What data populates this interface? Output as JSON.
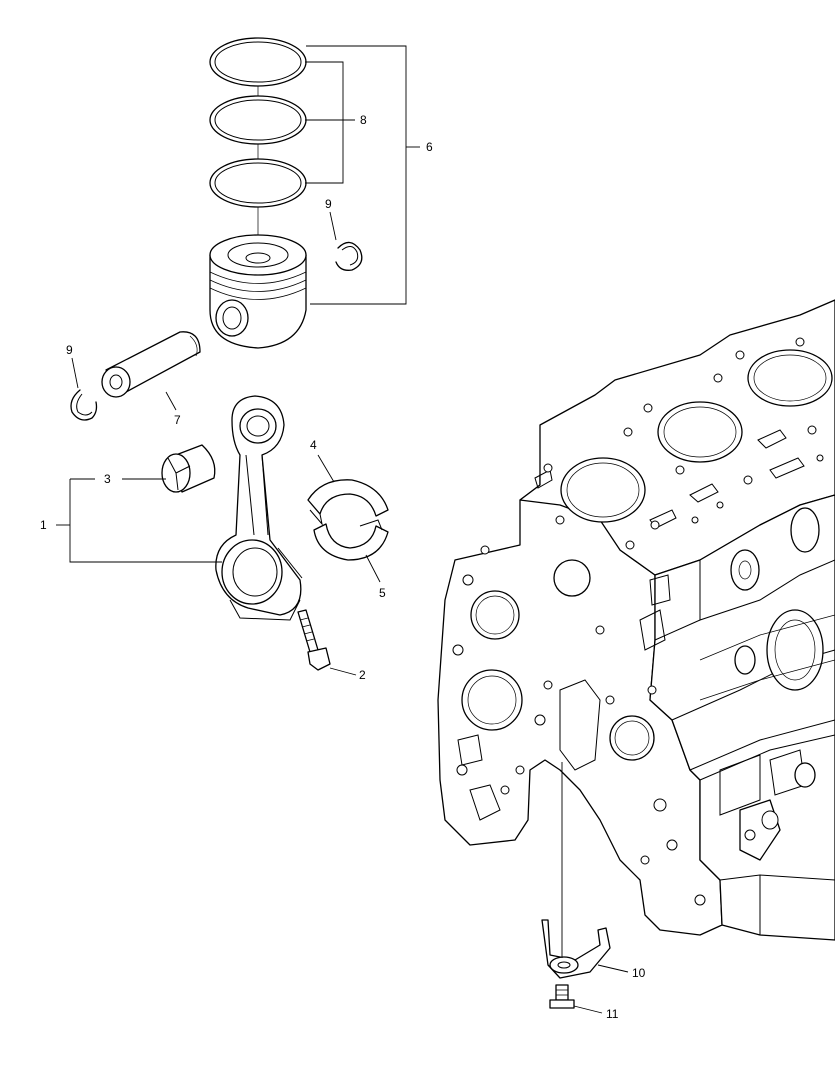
{
  "callouts": [
    {
      "id": "connecting-rod-assembly",
      "label": "1"
    },
    {
      "id": "rod-bolt",
      "label": "2"
    },
    {
      "id": "small-end-bushing",
      "label": "3"
    },
    {
      "id": "upper-bearing-shell",
      "label": "4"
    },
    {
      "id": "lower-bearing-shell",
      "label": "5"
    },
    {
      "id": "piston-assembly",
      "label": "6"
    },
    {
      "id": "piston-pin",
      "label": "7"
    },
    {
      "id": "piston-rings",
      "label": "8"
    },
    {
      "id": "circlip-right",
      "label": "9"
    },
    {
      "id": "circlip-left",
      "label": "9"
    },
    {
      "id": "oil-jet",
      "label": "10"
    },
    {
      "id": "oil-jet-bolt",
      "label": "11"
    }
  ]
}
